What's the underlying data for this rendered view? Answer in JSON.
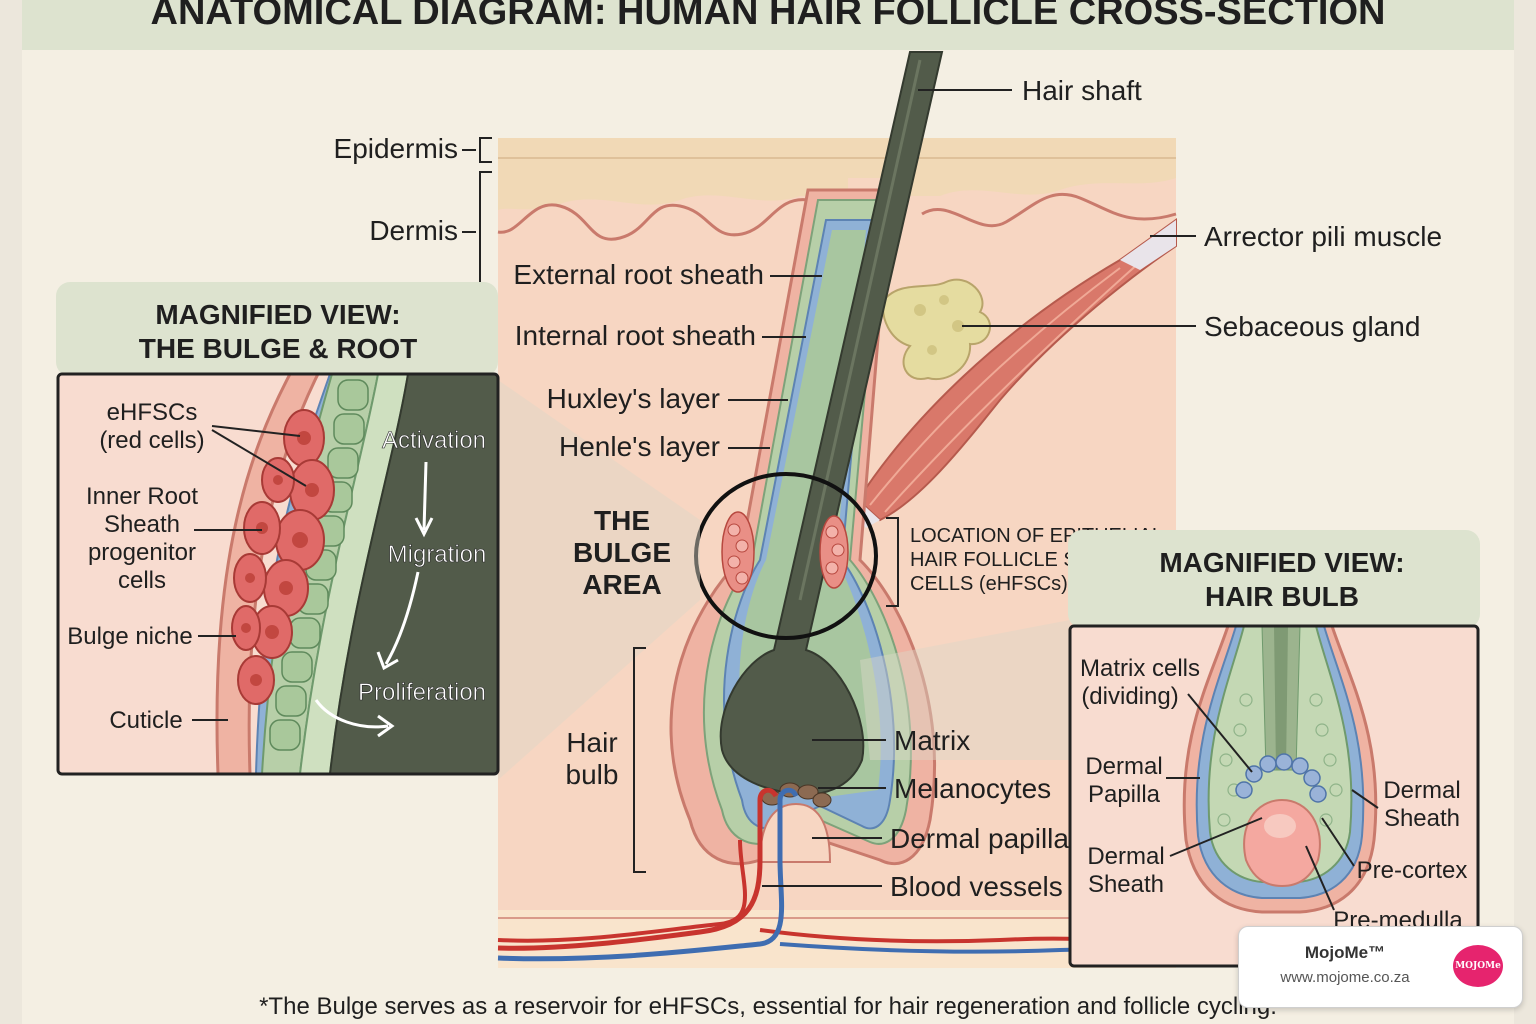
{
  "title": "ANATOMICAL DIAGRAM: HUMAN HAIR FOLLICLE CROSS-SECTION",
  "labels": {
    "hair_shaft": "Hair shaft",
    "epidermis": "Epidermis",
    "dermis": "Dermis",
    "arrector": "Arrector pili muscle",
    "sebaceous": "Sebaceous gland",
    "ext_root": "External root sheath",
    "int_root": "Internal root sheath",
    "huxley": "Huxley's layer",
    "henle": "Henle's layer",
    "bulge_1": "THE",
    "bulge_2": "BULGE",
    "bulge_3": "AREA",
    "loc_1": "LOCATION OF EPITHELIAL",
    "loc_2": "HAIR FOLLICLE STEM",
    "loc_3": "CELLS (eHFSCs)",
    "hair_bulb_1": "Hair",
    "hair_bulb_2": "bulb",
    "matrix": "Matrix",
    "melanocytes": "Melanocytes",
    "dermal_papilla": "Dermal papilla",
    "blood_vessels": "Blood vessels"
  },
  "panel_left": {
    "title_1": "MAGNIFIED VIEW:",
    "title_2": "THE BULGE & ROOT",
    "ehfsc_1": "eHFSCs",
    "ehfsc_2": "(red cells)",
    "inner_1": "Inner Root",
    "inner_2": "Sheath",
    "inner_3": "progenitor",
    "inner_4": "cells",
    "niche": "Bulge niche",
    "cuticle": "Cuticle",
    "activation": "Activation",
    "migration": "Migration",
    "proliferation": "Proliferation"
  },
  "panel_right": {
    "title_1": "MAGNIFIED VIEW:",
    "title_2": "HAIR BULB",
    "matrix_1": "Matrix cells",
    "matrix_2": "(dividing)",
    "dp_1": "Dermal",
    "dp_2": "Papilla",
    "ds_left_1": "Dermal",
    "ds_left_2": "Sheath",
    "ds_right_1": "Dermal",
    "ds_right_2": "Sheath",
    "pre_cortex": "Pre-cortex",
    "pre_medulla": "Pre-medulla"
  },
  "footnote": "*The Bulge serves as a reservoir for eHFSCs, essential for hair regeneration and follicle cycling.",
  "brand": {
    "name": "MojoMe™",
    "url": "www.mojome.co.za",
    "logo": "MOJOMe"
  },
  "colors": {
    "background": "#f4efe3",
    "skin": "#eeb8a2",
    "shaft": "#525b4a",
    "outer_sheath": "#9fc09b",
    "inner_sheath": "#7fa6cc",
    "stem_cells": "#e06a68",
    "muscle": "#d9786a",
    "gland": "#e5dca0",
    "artery": "#c8342e",
    "vein": "#3f6db1"
  }
}
